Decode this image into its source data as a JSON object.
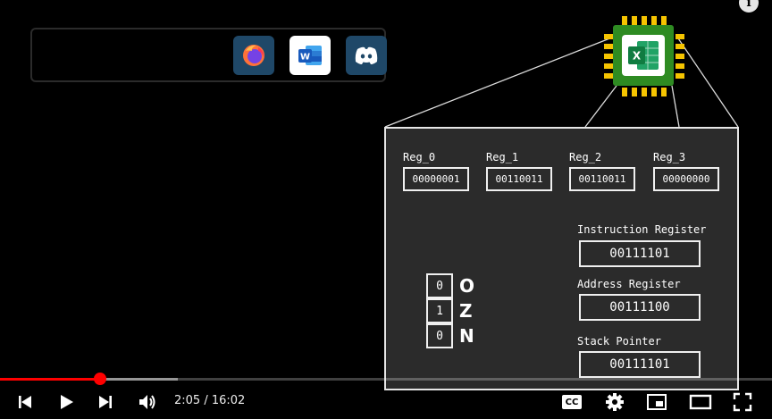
{
  "taskbar": {
    "apps": [
      {
        "name": "Firefox",
        "icon": "firefox-icon"
      },
      {
        "name": "Word",
        "icon": "word-icon",
        "glyph": "W"
      },
      {
        "name": "Discord",
        "icon": "discord-icon"
      }
    ]
  },
  "chip": {
    "app_icon": "excel-icon",
    "glyph": "X"
  },
  "registers": [
    {
      "label": "Reg_0",
      "value": "00000001"
    },
    {
      "label": "Reg_1",
      "value": "00110011"
    },
    {
      "label": "Reg_2",
      "value": "00110011"
    },
    {
      "label": "Reg_3",
      "value": "00000000"
    }
  ],
  "special_registers": [
    {
      "label": "Instruction Register",
      "value": "00111101"
    },
    {
      "label": "Address Register",
      "value": "00111100"
    },
    {
      "label": "Stack Pointer",
      "value": "00111101"
    }
  ],
  "flags": [
    {
      "letter": "O",
      "value": "0"
    },
    {
      "letter": "Z",
      "value": "1"
    },
    {
      "letter": "N",
      "value": "0"
    }
  ],
  "player": {
    "current_time": "2:05",
    "separator": " / ",
    "duration": "16:02",
    "played_fraction": 0.13,
    "buffered_fraction": 0.23,
    "colors": {
      "progress": "#ff0000"
    },
    "controls": [
      "previous-icon",
      "play-icon",
      "next-icon",
      "volume-icon",
      "captions-icon",
      "settings-icon",
      "miniplayer-icon",
      "theater-icon",
      "fullscreen-icon"
    ],
    "captions_label": "CC"
  },
  "info_label": "i"
}
